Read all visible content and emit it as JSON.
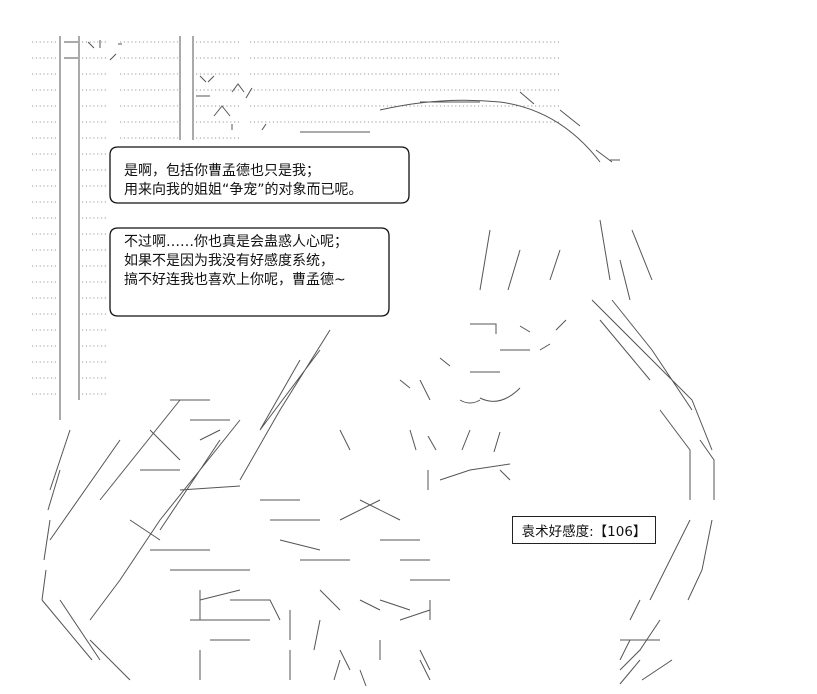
{
  "bubble1": {
    "lines": [
      "是啊，包括你曹孟德也只是我；",
      "用来向我的姐姐“争宠”的对象而已呢。"
    ]
  },
  "bubble2": {
    "lines": [
      "不过啊……你也真是会蛊惑人心呢；",
      "如果不是因为我没有好感度系统，",
      "搞不好连我也喜欢上你呢，曹孟德~"
    ]
  },
  "affinity": {
    "label": "袁术好感度:",
    "value": "【106】"
  },
  "colors": {
    "ink": "#111111",
    "faint": "#9a9a9a",
    "background": "#ffffff"
  }
}
